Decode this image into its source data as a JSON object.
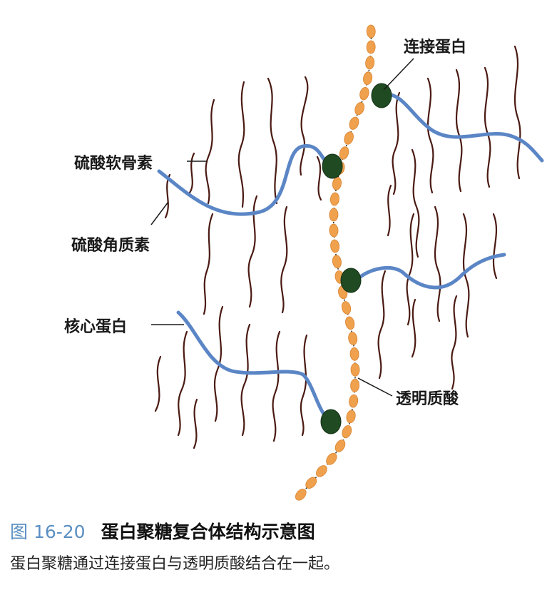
{
  "labels": {
    "link_protein": "连接蛋白",
    "chondroitin_sulfate": "硫酸软骨素",
    "keratan_sulfate": "硫酸角质素",
    "core_protein": "核心蛋白",
    "hyaluronic_acid": "透明质酸"
  },
  "caption": {
    "figure_number": "图 16-20",
    "title": "蛋白聚糖复合体结构示意图",
    "description": "蛋白聚糖通过连接蛋白与透明质酸结合在一起。"
  },
  "colors": {
    "core_protein": "#5b86c6",
    "link_protein": "#1f4a22",
    "hyaluronic_acid": "#f0a14e",
    "gag_chain": "#4a1a12",
    "figure_number": "#5a8fc2"
  }
}
